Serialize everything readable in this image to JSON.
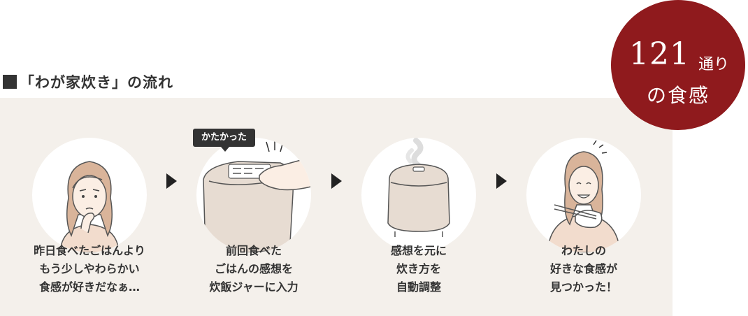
{
  "title": "「わが家炊き」の流れ",
  "badge": {
    "number": "121",
    "suffix": "通り",
    "line2": "の食感"
  },
  "bubble": "かたかった",
  "steps": [
    {
      "lines": [
        "昨日食べたごはんより",
        "もう少しやわらかい",
        "食感が好きだなぁ…"
      ]
    },
    {
      "lines": [
        "前回食べた",
        "ごはんの感想を",
        "炊飯ジャーに入力"
      ]
    },
    {
      "lines": [
        "感想を元に",
        "炊き方を",
        "自動調整"
      ]
    },
    {
      "lines": [
        "わたしの",
        "好きな食感が",
        "見つかった！"
      ]
    }
  ],
  "colors": {
    "accent": "#8f1a1d",
    "panel": "#f4f0eb"
  }
}
